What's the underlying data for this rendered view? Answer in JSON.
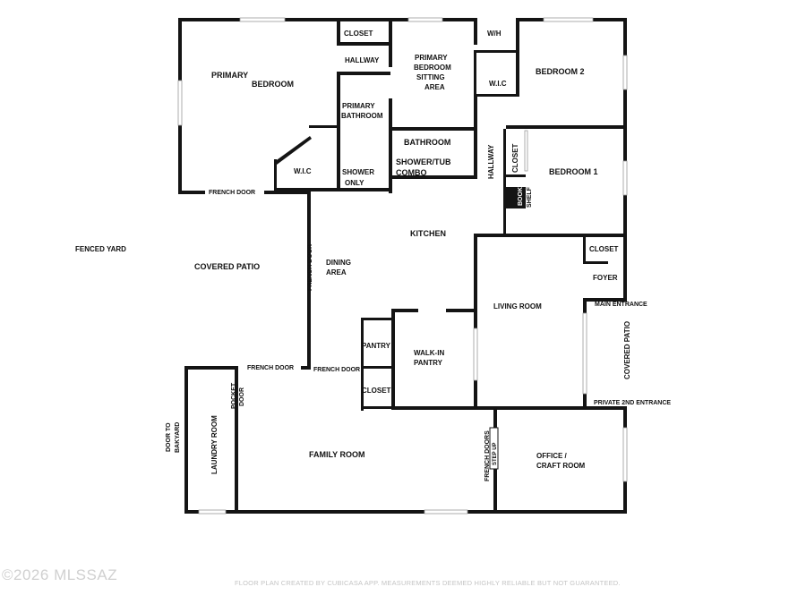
{
  "rooms": {
    "primary_bedroom_1": "PRIMARY",
    "primary_bedroom_2": "BEDROOM",
    "closet_top": "CLOSET",
    "hallway_top": "HALLWAY",
    "sitting_1": "PRIMARY",
    "sitting_2": "BEDROOM",
    "sitting_3": "SITTING",
    "sitting_4": "AREA",
    "wh": "W/H",
    "wic_top": "W.I.C",
    "bedroom2": "BEDROOM 2",
    "primary_bath_1": "PRIMARY",
    "primary_bath_2": "BATHROOM",
    "bathroom": "BATHROOM",
    "shower_tub_1": "SHOWER/TUB",
    "shower_tub_2": "COMBO",
    "hallway_vertical": "HALLWAY",
    "closet_vertical": "CLOSET",
    "bedroom1": "BEDROOM 1",
    "book_1": "BOOK",
    "book_2": "SHELF",
    "wic_primary": "W.I.C",
    "shower_1": "SHOWER",
    "shower_2": "ONLY",
    "kitchen": "KITCHEN",
    "fenced_yard": "FENCED YARD",
    "covered_patio": "COVERED PATIO",
    "dining_1": "DINING",
    "dining_2": "AREA",
    "closet_foyer": "CLOSET",
    "foyer": "FOYER",
    "living_room": "LIVING ROOM",
    "pantry": "PANTRY",
    "walkin_1": "WALK-IN",
    "walkin_2": "PANTRY",
    "closet_pantry": "CLOSET",
    "covered_patio_right": "COVERED PATIO",
    "family_room": "FAMILY ROOM",
    "laundry_room": "LAUNDRY ROOM",
    "office_1": "OFFICE /",
    "office_2": "CRAFT ROOM"
  },
  "doors": {
    "french_door_primary": "FRENCH DOOR",
    "french_door_dining": "FRENCH DOOR",
    "french_door_family_left": "FRENCH DOOR",
    "french_door_family_right": "FRENCH DOOR",
    "pocket_1": "POCKET",
    "pocket_2": "DOOR",
    "backyard_1": "DOOR TO",
    "backyard_2": "BAKYARD",
    "french_doors_office": "FRENCH DOORS",
    "step_up": "STEP UP",
    "main_entrance": "MAIN ENTRANCE",
    "private_entrance": "PRIVATE 2ND ENTRANCE"
  },
  "footer": {
    "watermark": "©2026 MLSSAZ",
    "credit": "FLOOR PLAN CREATED BY CUBICASA APP. MEASUREMENTS DEEMED HIGHLY RELIABLE BUT NOT GUARANTEED."
  }
}
